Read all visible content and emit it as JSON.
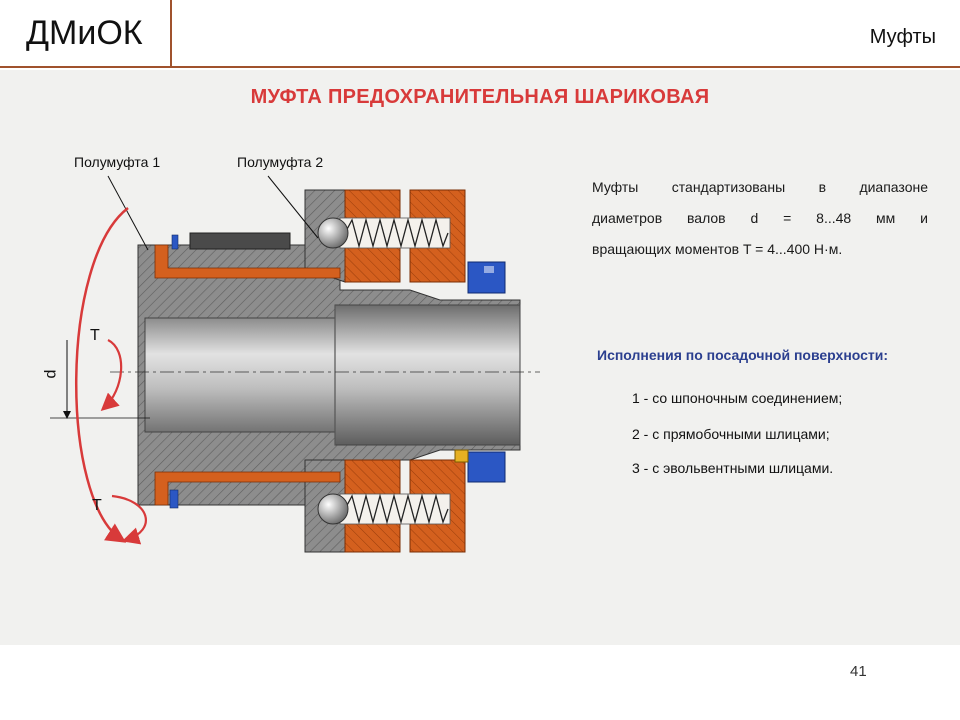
{
  "header": {
    "brand": "ДМиОК",
    "topic": "Муфты"
  },
  "slide": {
    "title": "МУФТА ПРЕДОХРАНИТЕЛЬНАЯ ШАРИКОВАЯ",
    "labels": {
      "half1": "Полумуфта 1",
      "half2": "Полумуфта 2",
      "torque": "T",
      "diameter": "d"
    },
    "description": [
      "Муфты стандартизованы в диапазоне",
      "диаметров валов d = 8...48 мм и",
      "вращающих моментов T = 4...400 Н·м."
    ],
    "variants_title": "Исполнения по посадочной поверхности:",
    "variants": [
      "1 - со шпоночным соединением;",
      "2 - с прямобочными шлицами;",
      "3 - с эвольвентными шлицами."
    ]
  },
  "colors": {
    "orange": "#d4601e",
    "steel": "#8b8b8b",
    "blue": "#2b57c4",
    "accent": "#a0522d",
    "title": "#d83a3a"
  },
  "page_number": "41"
}
